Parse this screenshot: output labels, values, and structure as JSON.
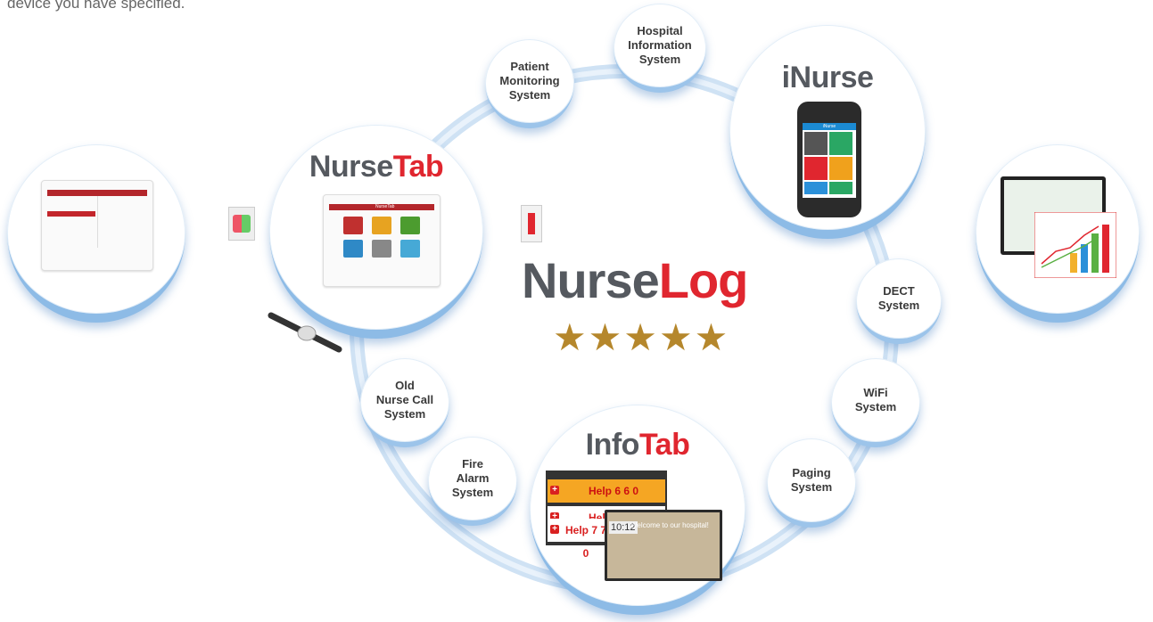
{
  "intro_text": "device you have specified.",
  "nodes": {
    "patient_monitoring": "Patient\nMonitoring\nSystem",
    "hospital_information": "Hospital\nInformation\nSystem",
    "dect": "DECT\nSystem",
    "wifi": "WiFi\nSystem",
    "paging": "Paging\nSystem",
    "old_nurse_call": "Old\nNurse Call\nSystem",
    "fire_alarm": "Fire\nAlarm\nSystem"
  },
  "products": {
    "nursetab": {
      "part1": "Nurse",
      "part2": "Tab",
      "screen_title": "NurseTab"
    },
    "inurse": {
      "title": "iNurse",
      "app_title": "iNurse"
    },
    "infotab": {
      "part1": "Info",
      "part2": "Tab"
    },
    "nurselog": {
      "part1": "Nurse",
      "part2": "Log"
    }
  },
  "stars": "★★★★★",
  "infotab_screen": {
    "help_rows": [
      "Help 6 6 0",
      "Help 8 8 0",
      "Help 7 7 0"
    ],
    "clock": "10:12",
    "welcome": "Welcome to our hospital!"
  },
  "colors": {
    "accent_red": "#e0262f",
    "brand_grey": "#55595f",
    "ring_blue": "#b9d6f0",
    "star_gold": "#b5872c"
  }
}
